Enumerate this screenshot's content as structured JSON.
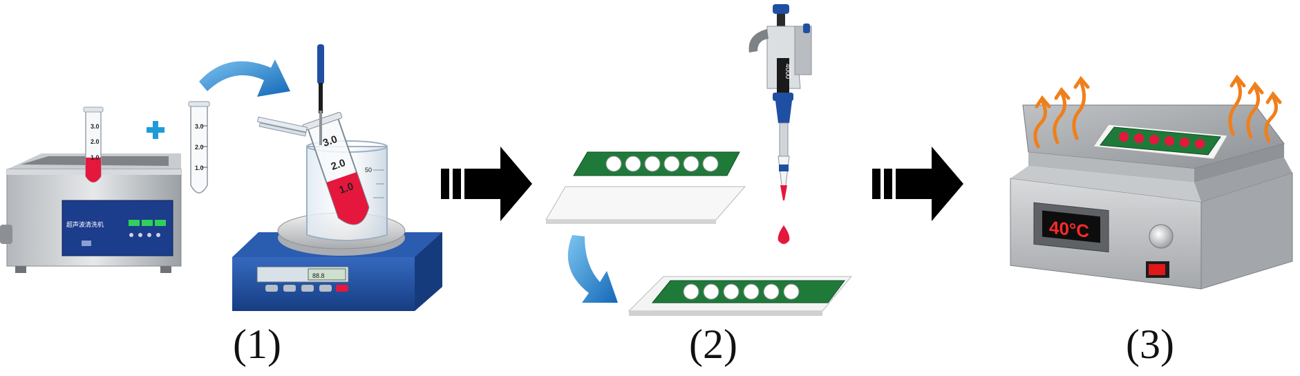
{
  "steps": [
    {
      "label": "(1)"
    },
    {
      "label": "(2)"
    },
    {
      "label": "(3)"
    }
  ],
  "tube_scale": [
    "3.0",
    "2.0",
    "1.0"
  ],
  "ultrasonic_cleaner": {
    "panel_text": "超声波清洗机"
  },
  "stirrer": {
    "display": "88.8"
  },
  "pipette": {
    "volume_counter": "4000"
  },
  "beaker": {
    "scale_mark": "50"
  },
  "heater": {
    "temperature": "40°C"
  },
  "colors": {
    "red_liquid": "#e5173d",
    "blue_arrow": "#1f8fd6",
    "stirrer_blue": "#1f4fa3",
    "electrode_green": "#1f7a3a",
    "heat_orange": "#f07f1b",
    "arrow_black": "#000000"
  },
  "icons": [
    "plus-icon",
    "curved-arrow-icon",
    "process-arrow-icon",
    "heat-wave-icon"
  ]
}
